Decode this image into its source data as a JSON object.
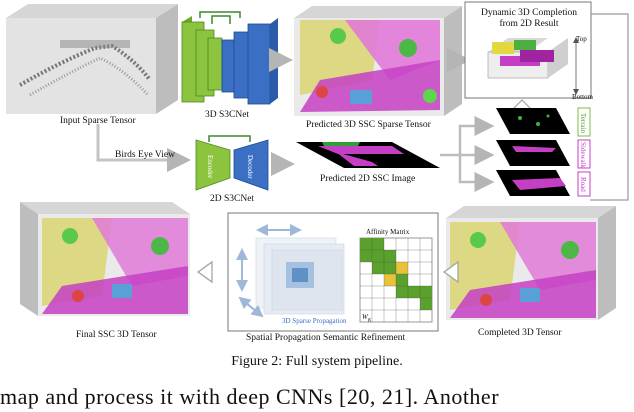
{
  "labels": {
    "input": "Input Sparse Tensor",
    "s3cnet3d": "3D S3CNet",
    "pred3d": "Predicted 3D SSC Sparse Tensor",
    "dynamic": "Dynamic 3D Completion from 2D Result",
    "top": "Top",
    "bottom": "Bottom",
    "birds": "Birds Eye View",
    "encoder": "Encoder",
    "decoder": "Decoder",
    "s3cnet2d": "2D S3CNet",
    "pred2d": "Predicted 2D SSC Image",
    "side1": "Terrain",
    "side2": "Sidewalk",
    "side3": "Road",
    "final": "Final SSC 3D Tensor",
    "affinity": "Affinity Matrix",
    "sparse_prop": "3D Sparse Propagation",
    "wk": "W",
    "wk_sub": "K",
    "spatial": "Spatial Propagation Semantic Refinement",
    "completed": "Completed 3D Tensor"
  },
  "caption": "Figure 2: Full system pipeline.",
  "body_text": "map and process it with deep CNNs [20, 21]. Another",
  "colors": {
    "encoder_green": "#8cc43f",
    "decoder_blue": "#3a6fc4",
    "road_magenta": "#d02bd0",
    "arrow_gray": "#bcbcbc",
    "grid_green": "#5aa02c",
    "grid_yellow": "#e8c23a"
  }
}
